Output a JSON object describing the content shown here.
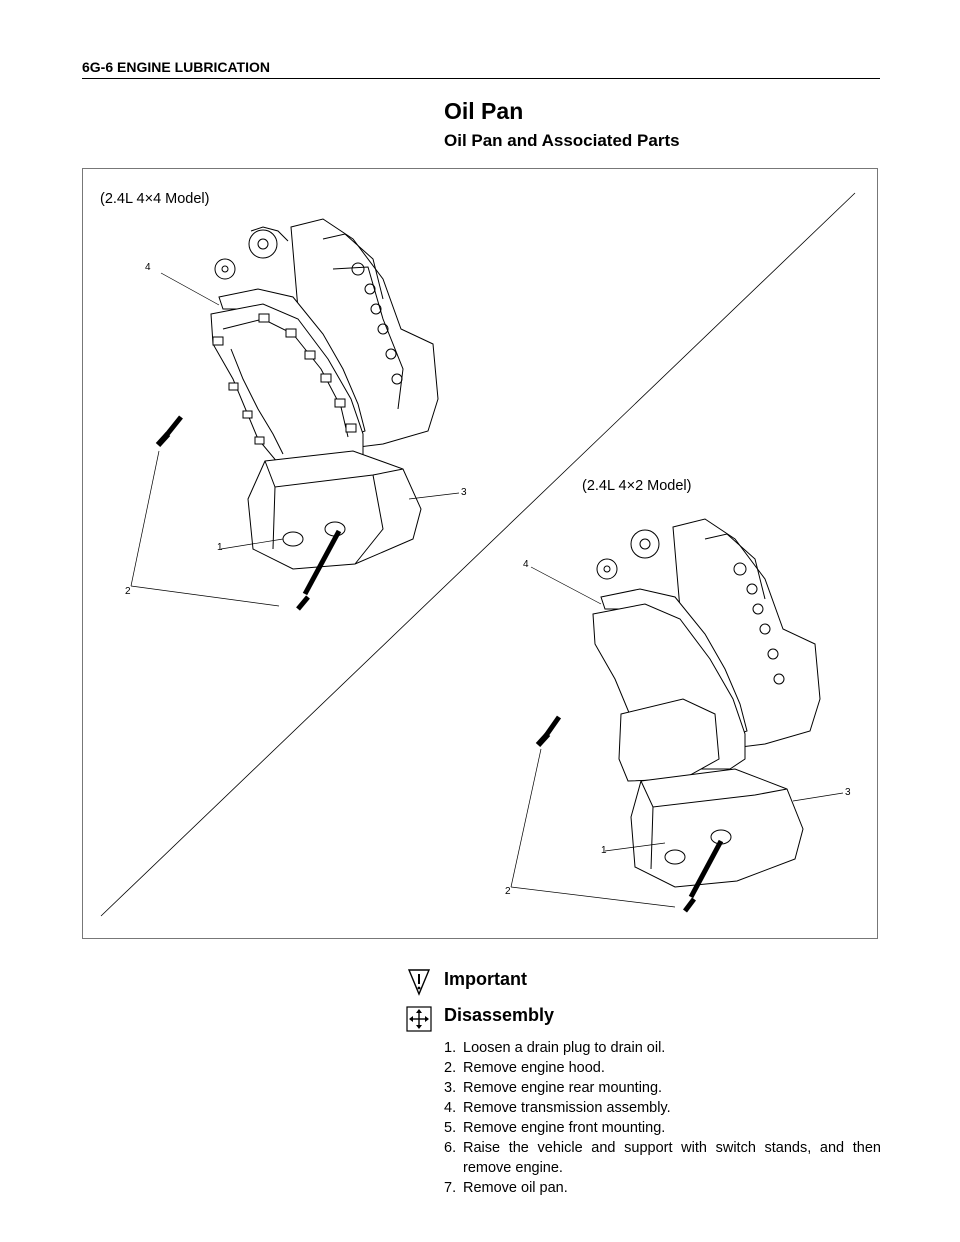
{
  "header": {
    "section": "6G-6  ENGINE LUBRICATION"
  },
  "page_title": "Oil Pan",
  "subtitle": "Oil Pan and Associated Parts",
  "figure": {
    "caption_4x4": "(2.4L 4×4 Model)",
    "caption_4x2": "(2.4L 4×2 Model)",
    "callouts_4x4": [
      "1",
      "2",
      "3",
      "4"
    ],
    "callouts_4x2": [
      "1",
      "2",
      "3",
      "4"
    ]
  },
  "important": {
    "title": "Important"
  },
  "disassembly": {
    "title": "Disassembly",
    "steps": [
      {
        "num": "1.",
        "text": "Loosen a drain plug to drain oil."
      },
      {
        "num": "2.",
        "text": "Remove engine hood."
      },
      {
        "num": "3.",
        "text": "Remove engine rear mounting."
      },
      {
        "num": "4.",
        "text": "Remove transmission assembly."
      },
      {
        "num": "5.",
        "text": "Remove engine front mounting."
      },
      {
        "num": "6.",
        "text": "Raise the vehicle and support with switch stands, and then remove engine."
      },
      {
        "num": "7.",
        "text": "Remove oil pan."
      }
    ]
  }
}
